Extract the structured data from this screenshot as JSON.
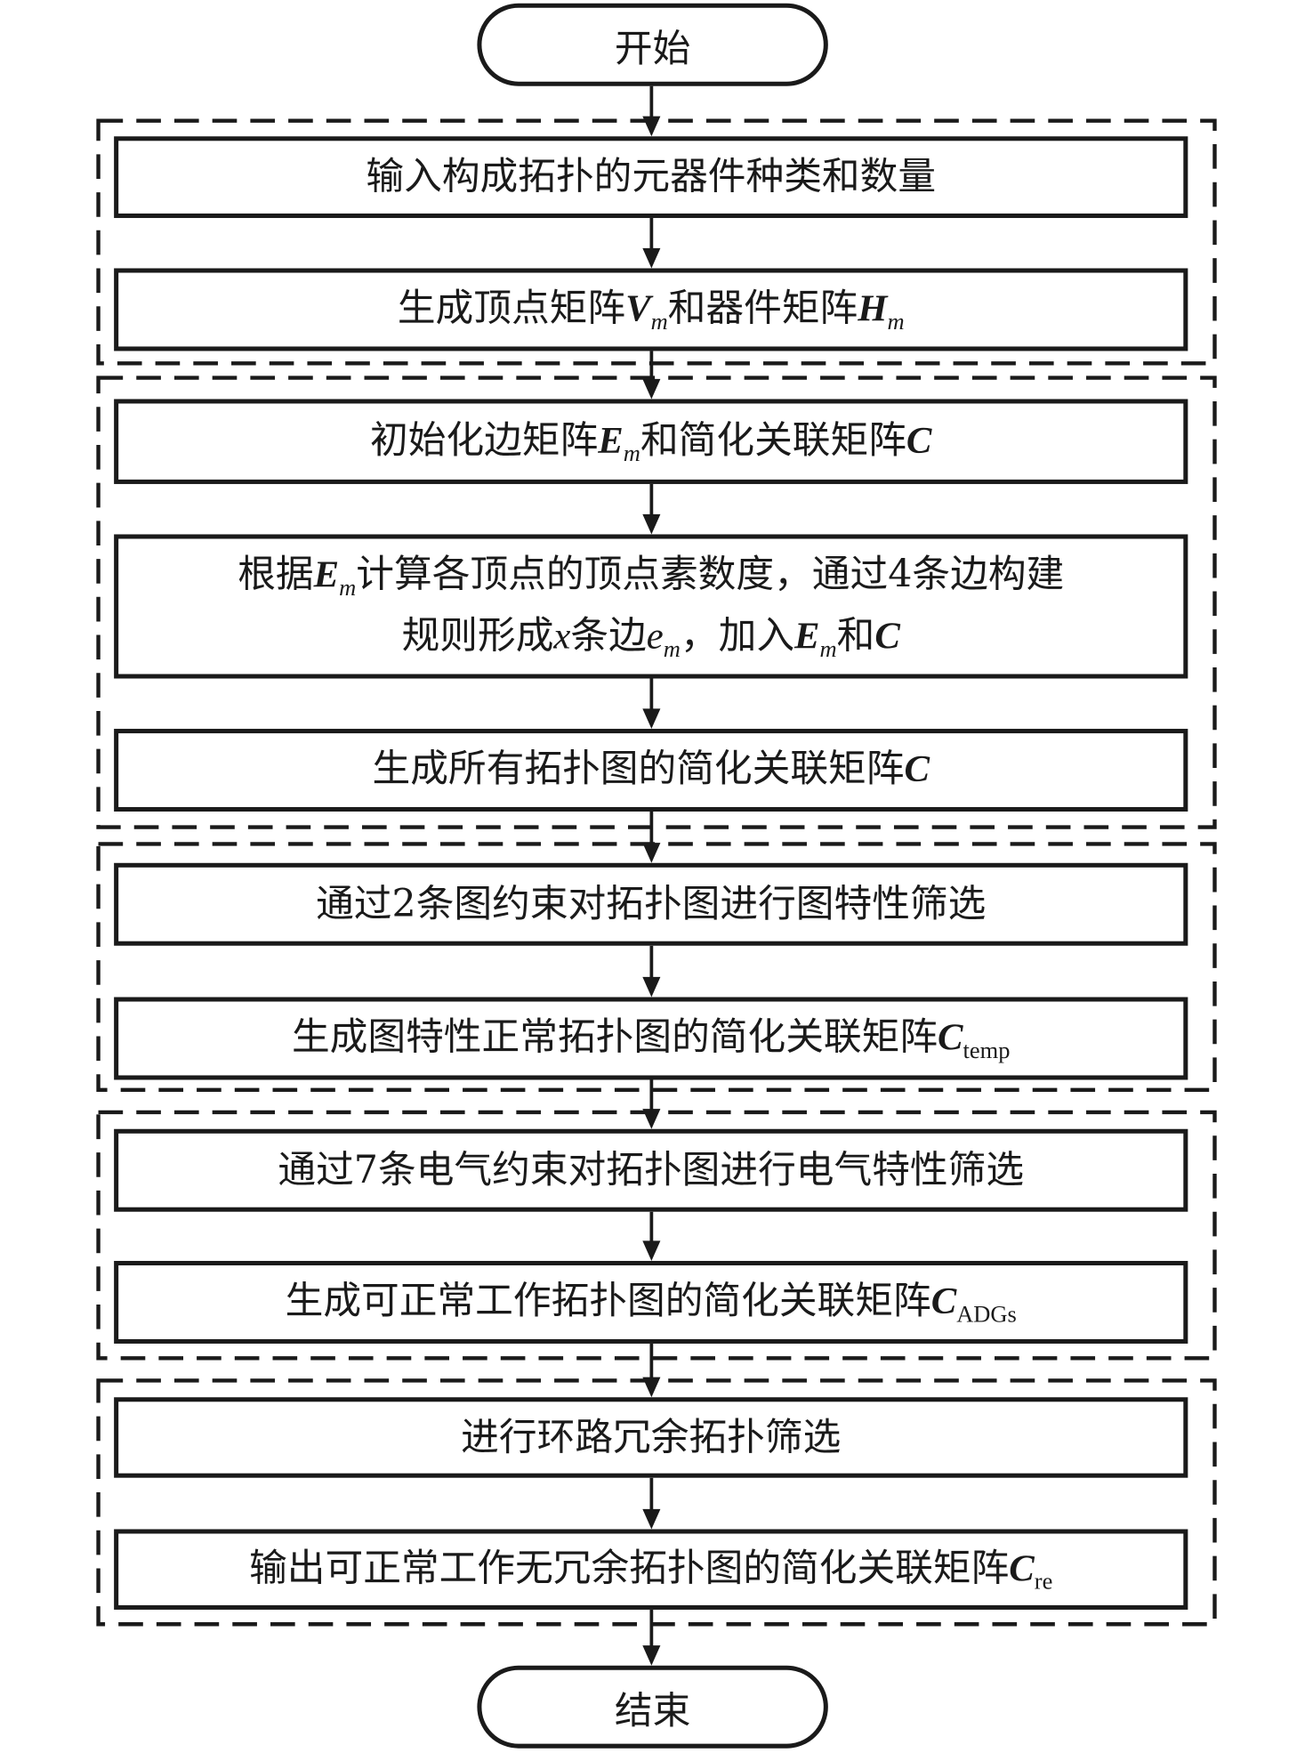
{
  "start": "开始",
  "end": "结束",
  "boxes": [
    {
      "parts": [
        {
          "t": "输入构成拓扑的元器件种类和数量"
        }
      ]
    },
    {
      "parts": [
        {
          "t": "生成顶点矩阵"
        },
        {
          "t": "V",
          "c": "bi"
        },
        {
          "t": "m",
          "c": "subi"
        },
        {
          "t": "和器件矩阵"
        },
        {
          "t": "H",
          "c": "bi"
        },
        {
          "t": "m",
          "c": "subi"
        }
      ]
    },
    {
      "parts": [
        {
          "t": "初始化边矩阵"
        },
        {
          "t": "E",
          "c": "bi"
        },
        {
          "t": "m",
          "c": "subi"
        },
        {
          "t": "和简化关联矩阵"
        },
        {
          "t": "C",
          "c": "bi"
        }
      ]
    },
    {
      "parts": [
        {
          "t": "根据"
        },
        {
          "t": "E",
          "c": "bi"
        },
        {
          "t": "m",
          "c": "subi"
        },
        {
          "t": "计算各顶点的顶点素数度，通过4条边构建"
        },
        {
          "t": "",
          "c": "br"
        },
        {
          "t": "规则形成"
        },
        {
          "t": "x",
          "c": "it"
        },
        {
          "t": "条边"
        },
        {
          "t": "e",
          "c": "it"
        },
        {
          "t": "m",
          "c": "subi"
        },
        {
          "t": "，加入"
        },
        {
          "t": "E",
          "c": "bi"
        },
        {
          "t": "m",
          "c": "subi"
        },
        {
          "t": "和"
        },
        {
          "t": "C",
          "c": "bi"
        }
      ]
    },
    {
      "parts": [
        {
          "t": "生成所有拓扑图的简化关联矩阵"
        },
        {
          "t": "C",
          "c": "bi"
        }
      ]
    },
    {
      "parts": [
        {
          "t": "通过2条图约束对拓扑图进行图特性筛选"
        }
      ]
    },
    {
      "parts": [
        {
          "t": "生成图特性正常拓扑图的简化关联矩阵"
        },
        {
          "t": "C",
          "c": "bi"
        },
        {
          "t": "temp",
          "c": "sub"
        }
      ]
    },
    {
      "parts": [
        {
          "t": "通过7条电气约束对拓扑图进行电气特性筛选"
        }
      ]
    },
    {
      "parts": [
        {
          "t": "生成可正常工作拓扑图的简化关联矩阵"
        },
        {
          "t": "C",
          "c": "bi"
        },
        {
          "t": "ADGs",
          "c": "sub"
        }
      ]
    },
    {
      "parts": [
        {
          "t": "进行环路冗余拓扑筛选"
        }
      ]
    },
    {
      "parts": [
        {
          "t": "输出可正常工作无冗余拓扑图的简化关联矩阵"
        },
        {
          "t": "C",
          "c": "bi"
        },
        {
          "t": "re",
          "c": "sub"
        }
      ]
    }
  ]
}
